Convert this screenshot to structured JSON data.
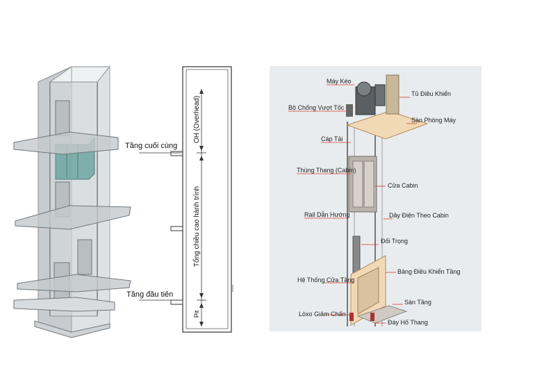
{
  "section_diagram": {
    "top_floor_label": "Tầng cuối cùng",
    "first_floor_label": "Tầng đầu tiên",
    "overhead_label": "OH (Overhead)",
    "travel_height_label": "Tổng chiều cao hành trình",
    "pit_label": "Pit"
  },
  "component_labels": {
    "may_keo": "Máy Kéo",
    "tu_dieu_khien": "Tủ Điều Khiển",
    "bo_chong_vuot_toc": "Bộ Chống Vượt Tốc",
    "san_phong_may": "Sàn Phòng Máy",
    "cap_tai": "Cáp Tải",
    "thung_thang": "Thùng Thang (Cabin)",
    "cua_cabin": "Cửa Cabin",
    "rail_dan_huong": "Rail Dẫn Hướng",
    "day_dien_theo_cabin": "Dây Điện Theo Cabin",
    "doi_trong": "Đối Trọng",
    "bang_dieu_khien_tang": "Bảng Điều Khiển Tầng",
    "he_thong_cua_tang": "Hệ Thống Cửa Tầng",
    "san_tang": "Sàn Tầng",
    "loxo_giam_chan": "Lòxo Giảm Chấn",
    "day_ho_thang": "Đáy Hố Thang"
  },
  "colors": {
    "glass": "#cfd3d6",
    "glass_dark": "#9aa1a6",
    "cabin_teal": "#6fa6a2",
    "photo_bg": "#e9ecef",
    "label_line": "#d23a2a",
    "wood": "#f2d9b6"
  }
}
